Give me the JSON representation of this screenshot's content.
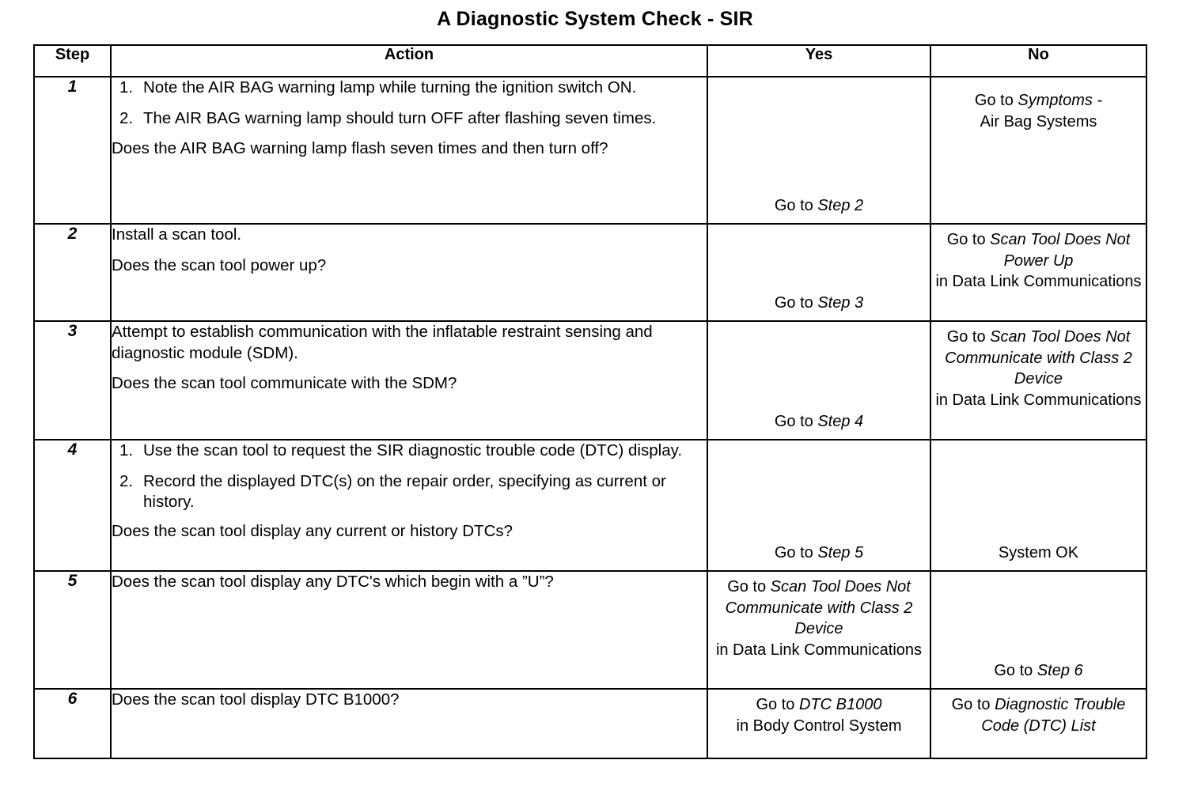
{
  "title": "A Diagnostic System Check - SIR",
  "table": {
    "headers": {
      "step": "Step",
      "action": "Action",
      "yes": "Yes",
      "no": "No"
    },
    "rows": [
      {
        "step": "1",
        "action": {
          "list": [
            {
              "num": "1.",
              "text": "Note the AIR BAG warning lamp while turning the ignition switch ON."
            },
            {
              "num": "2.",
              "text": "The AIR BAG warning lamp should turn OFF after flashing seven times."
            }
          ],
          "question": "Does the AIR BAG warning lamp flash seven times and then turn off?"
        },
        "yes": {
          "lead": "Go to ",
          "emphasis": "Step 2",
          "trail": ""
        },
        "no": {
          "lead": "Go to ",
          "emphasis": "Symptoms -",
          "trail": "Air Bag Systems"
        }
      },
      {
        "step": "2",
        "action": {
          "lines": [
            "Install a scan tool."
          ],
          "question": "Does the scan tool power up?"
        },
        "yes": {
          "lead": "Go to ",
          "emphasis": "Step 3",
          "trail": ""
        },
        "no": {
          "lead": "Go to ",
          "emphasis": "Scan Tool Does Not Power Up",
          "trail": "in Data Link Communications"
        }
      },
      {
        "step": "3",
        "action": {
          "lines": [
            "Attempt to establish communication with the inflatable restraint sensing and diagnostic module (SDM)."
          ],
          "question": "Does the scan tool communicate with the SDM?"
        },
        "yes": {
          "lead": "Go to ",
          "emphasis": "Step 4",
          "trail": ""
        },
        "no": {
          "lead": "Go to ",
          "emphasis": "Scan Tool Does Not Communicate with Class 2 Device",
          "trail": "in Data Link Communications"
        }
      },
      {
        "step": "4",
        "action": {
          "list": [
            {
              "num": "1.",
              "text": "Use the scan tool to request the SIR diagnostic trouble code (DTC) display."
            },
            {
              "num": "2.",
              "text": "Record the displayed DTC(s) on the repair order, specifying as current or history."
            }
          ],
          "question": "Does the scan tool display any current or history DTCs?"
        },
        "yes": {
          "lead": "Go to ",
          "emphasis": "Step 5",
          "trail": ""
        },
        "no": {
          "lead": "",
          "emphasis": "",
          "trail": "System OK"
        }
      },
      {
        "step": "5",
        "action": {
          "lines": [],
          "question": "Does the scan tool display any DTC's which begin with a ”U”?"
        },
        "yes": {
          "lead": "Go to ",
          "emphasis": "Scan Tool Does Not Communicate with Class 2 Device",
          "trail": "in Data Link Communications"
        },
        "no": {
          "lead": "Go to ",
          "emphasis": "Step 6",
          "trail": ""
        }
      },
      {
        "step": "6",
        "action": {
          "lines": [],
          "question": "Does the scan tool display DTC B1000?"
        },
        "yes": {
          "lead": "Go to ",
          "emphasis": "DTC B1000",
          "trail": "in Body Control System"
        },
        "no": {
          "lead": "Go to ",
          "emphasis": "Diagnostic Trouble Code (DTC) List",
          "trail": ""
        }
      }
    ]
  }
}
